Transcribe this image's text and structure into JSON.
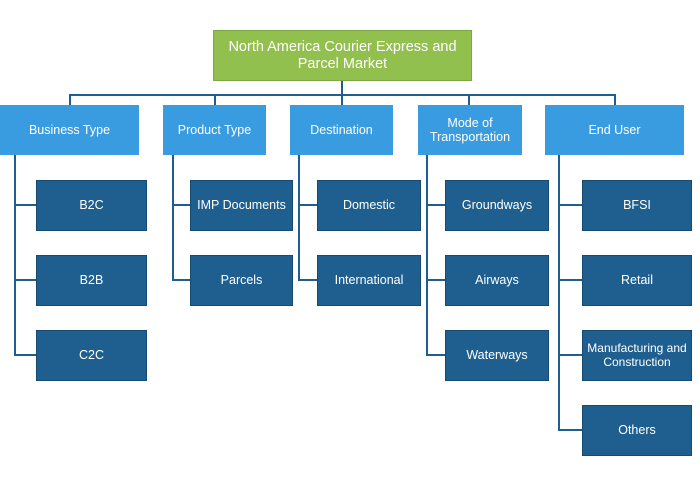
{
  "title": "North America Courier Express and Parcel Market",
  "categories": [
    {
      "label": "Business Type",
      "children": [
        "B2C",
        "B2B",
        "C2C"
      ]
    },
    {
      "label": "Product Type",
      "children": [
        "IMP Documents",
        "Parcels"
      ]
    },
    {
      "label": "Destination",
      "children": [
        "Domestic",
        "International"
      ]
    },
    {
      "label": "Mode of Transportation",
      "children": [
        "Groundways",
        "Airways",
        "Waterways"
      ]
    },
    {
      "label": "End User",
      "children": [
        "BFSI",
        "Retail",
        "Manufacturing and Construction",
        "Others"
      ]
    }
  ],
  "colors": {
    "root": "#92c04f",
    "category": "#3a9ce0",
    "leaf": "#1f5f8f",
    "connector": "#1f5f8f"
  }
}
